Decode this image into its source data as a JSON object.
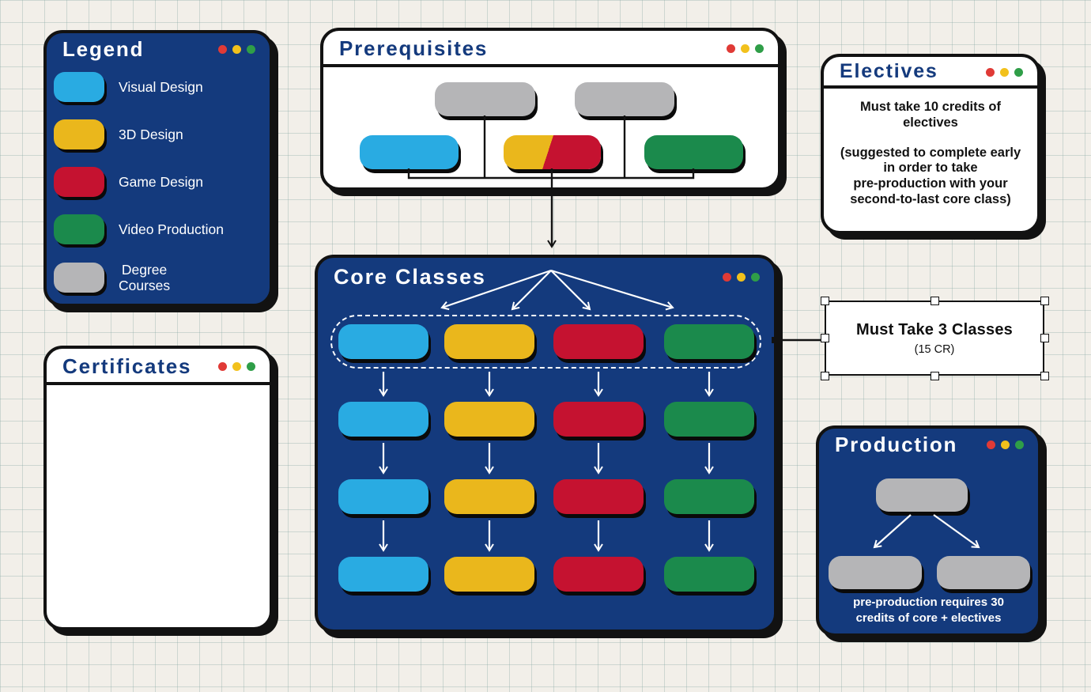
{
  "palette": {
    "background": "#f2efe9",
    "navy": "#143a7d",
    "visual_design": "#29abe2",
    "design_3d": "#eab71c",
    "game_design": "#c51230",
    "video_production": "#1b8a4c",
    "degree_courses": "#b5b5b7",
    "dot_red": "#e03a36",
    "dot_yellow": "#f2c11c",
    "dot_green": "#2f9e48"
  },
  "legend": {
    "title": "Legend",
    "items": [
      {
        "label": "Visual Design",
        "color": "#29abe2"
      },
      {
        "label": "3D Design",
        "color": "#eab71c"
      },
      {
        "label": "Game Design",
        "color": "#c51230"
      },
      {
        "label": "Video Production",
        "color": "#1b8a4c"
      },
      {
        "label": "Degree\nCourses",
        "color": "#b5b5b7"
      }
    ]
  },
  "prerequisites": {
    "title": "Prerequisites"
  },
  "electives": {
    "title": "Electives",
    "paragraph1": "Must take 10 credits of\nelectives",
    "paragraph2": "(suggested to complete early\nin order to take\npre-production with your\nsecond-to-last core class)"
  },
  "core_classes": {
    "title": "Core Classes"
  },
  "note": {
    "line1": "Must Take 3 Classes",
    "line2": "(15 CR)"
  },
  "certificates": {
    "title": "Certificates"
  },
  "production": {
    "title": "Production",
    "caption": "pre-production requires 30\ncredits of core + electives"
  }
}
